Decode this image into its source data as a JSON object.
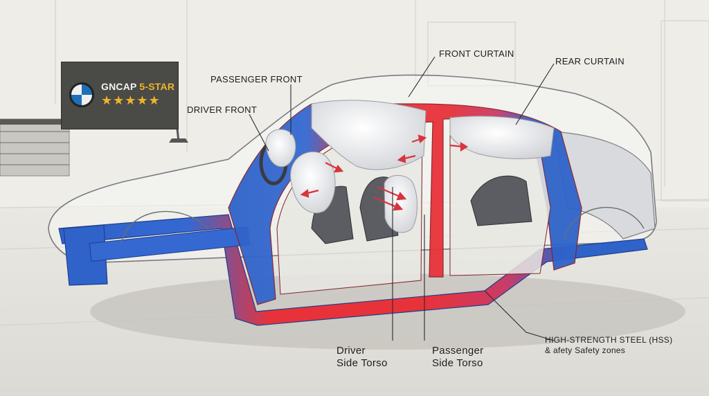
{
  "banner": {
    "title_prefix": "GNCAP ",
    "title_accent": "5-STAR",
    "stars": "★★★★★"
  },
  "callouts": {
    "passenger_front": "PASSENGER FRONT",
    "driver_front": "DRIVER FRONT",
    "front_curtain": "FRONT CURTAIN",
    "rear_curtain": "REAR CURTAIN",
    "driver_side_torso": [
      "Driver",
      "Side Torso"
    ],
    "passenger_side_torso": [
      "Passenger",
      "Side Torso"
    ],
    "hss": [
      "HIGH-STRENGTH STEEL (HSS)",
      "& afety Safety zones"
    ]
  },
  "colors": {
    "background": "#ecebe6",
    "hss_red": "#e8323a",
    "structure_blue": "#2f63c9",
    "airbag": "#f4f4f6",
    "banner": "#4a4a47",
    "star": "#f0b429"
  }
}
